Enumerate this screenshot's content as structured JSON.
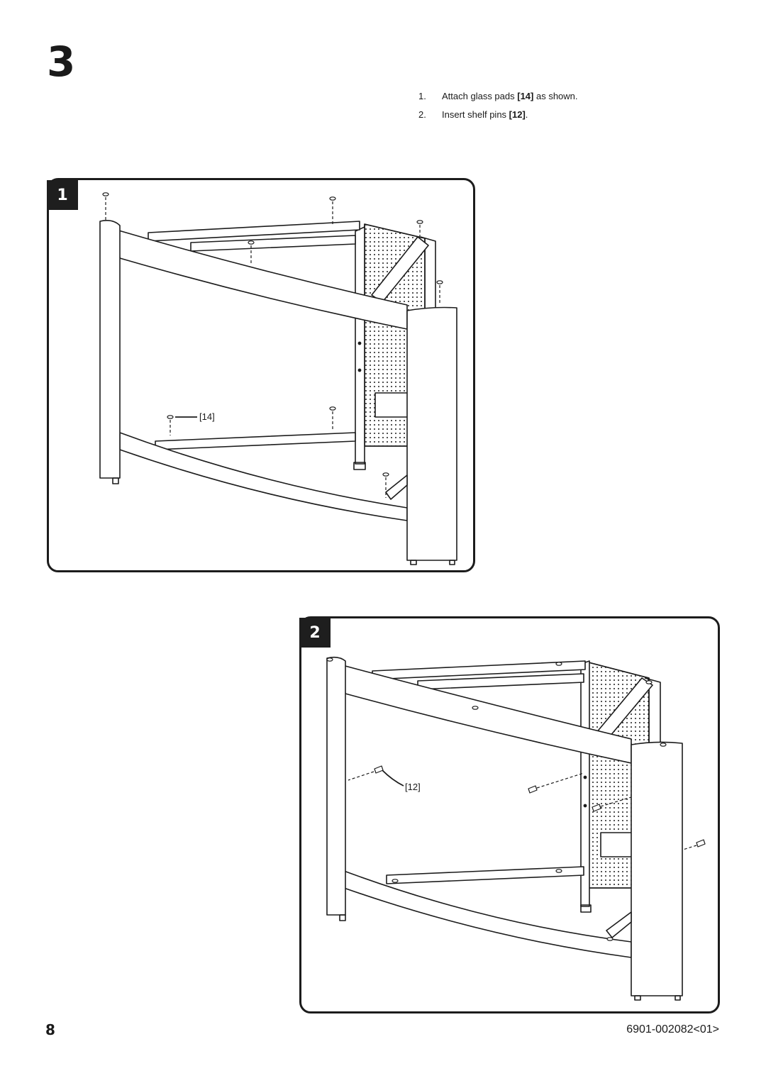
{
  "step": {
    "number": "3"
  },
  "instructions": [
    {
      "num": "1.",
      "before": "Attach glass pads ",
      "part": "[14]",
      "after": " as shown."
    },
    {
      "num": "2.",
      "before": "Insert shelf pins ",
      "part": "[12]",
      "after": "."
    }
  ],
  "panels": [
    {
      "badge": "1",
      "callout": "[14]",
      "illustration": "stand-frame-glass-pads"
    },
    {
      "badge": "2",
      "callout": "[12]",
      "illustration": "stand-frame-shelf-pins"
    }
  ],
  "footer": {
    "page_number": "8",
    "doc_code": "6901-002082<01>"
  },
  "colors": {
    "line": "#1c1c1c",
    "badge_bg": "#1e1e1e",
    "badge_text": "#ffffff"
  }
}
